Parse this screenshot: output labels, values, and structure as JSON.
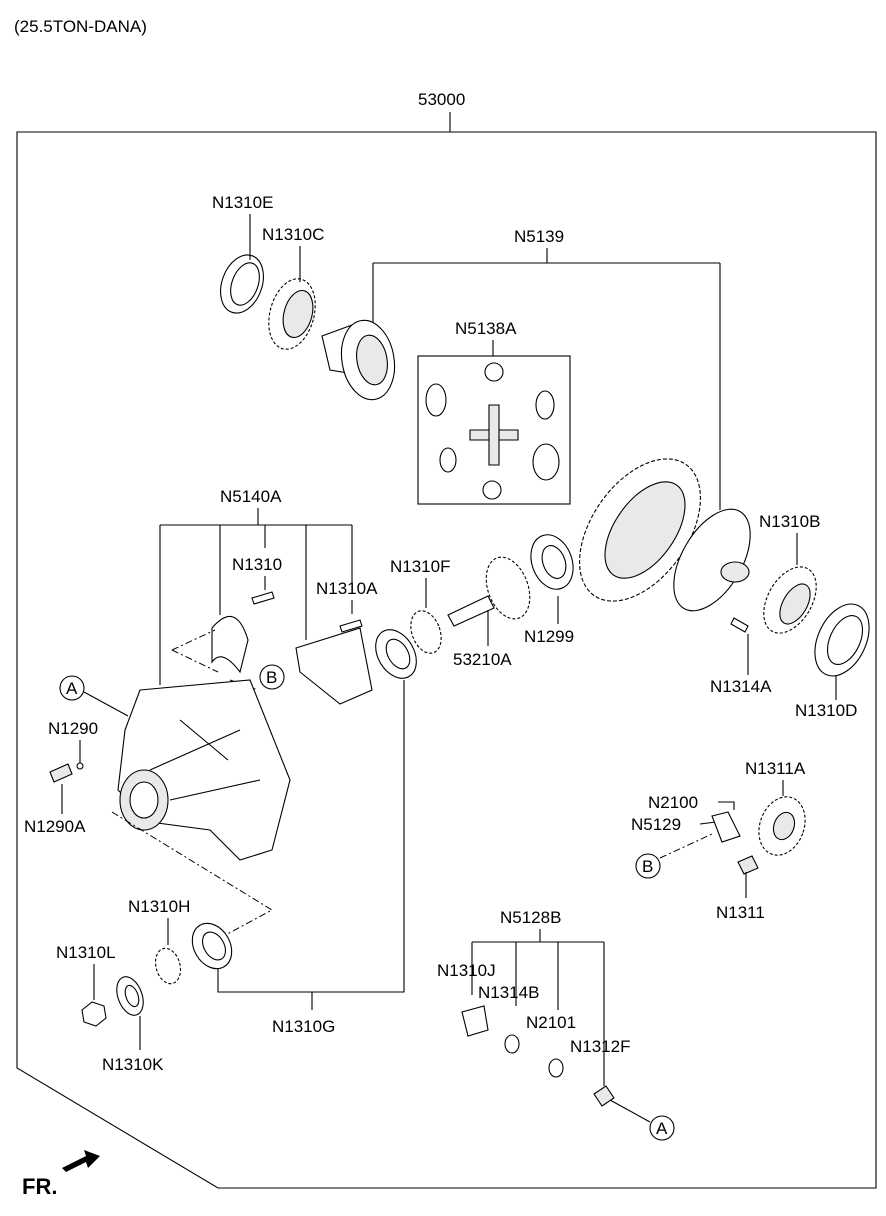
{
  "header": {
    "title": "(25.5TON-DANA)"
  },
  "assembly": {
    "main_number": "53000"
  },
  "labels": {
    "n1310e": "N1310E",
    "n1310c": "N1310C",
    "n5139": "N5139",
    "n5138a": "N5138A",
    "n5140a": "N5140A",
    "n1310": "N1310",
    "n1310a": "N1310A",
    "n1310f": "N1310F",
    "n53210a": "53210A",
    "n1299": "N1299",
    "n1310b": "N1310B",
    "n1314a": "N1314A",
    "n1310d": "N1310D",
    "n1290": "N1290",
    "n1290a": "N1290A",
    "n1311a": "N1311A",
    "n2100": "N2100",
    "n5129": "N5129",
    "n1311": "N1311",
    "n1310h": "N1310H",
    "n1310l": "N1310L",
    "n1310k": "N1310K",
    "n1310g": "N1310G",
    "n5128b": "N5128B",
    "n1310j": "N1310J",
    "n1314b": "N1314B",
    "n2101": "N2101",
    "n1312f": "N1312F"
  },
  "callouts": {
    "a": "A",
    "b": "B"
  },
  "footer": {
    "direction": "FR."
  }
}
